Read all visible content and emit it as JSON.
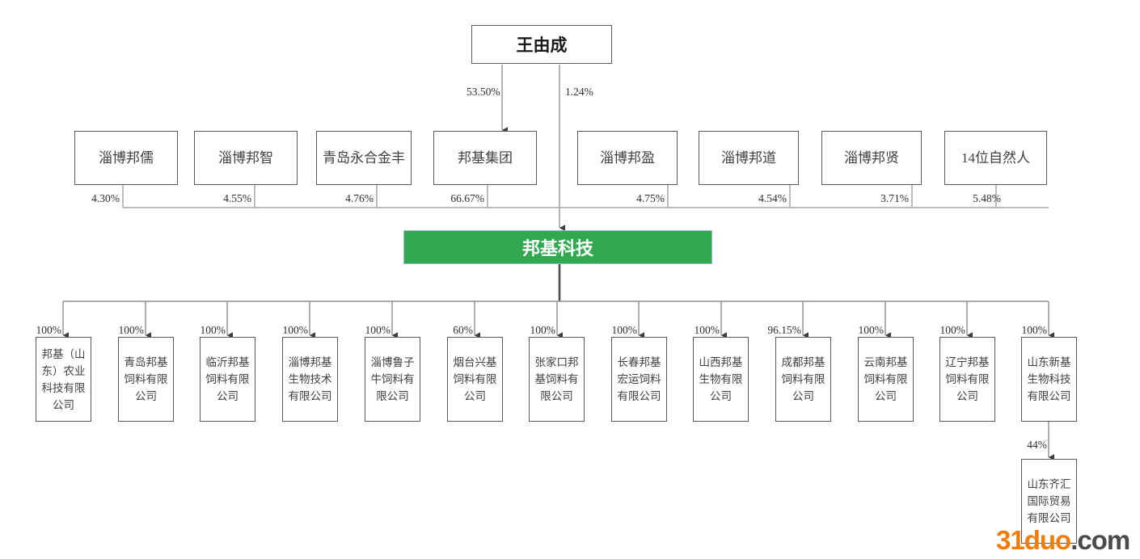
{
  "diagram": {
    "type": "org-ownership-chart",
    "title_node": "王由成",
    "center_node": "邦基科技",
    "accent_color": "#32a852",
    "line_color": "#8c8c8c"
  },
  "root": {
    "label": "王由成"
  },
  "root_edges": [
    {
      "label": "53.50%",
      "target": "邦基集团"
    },
    {
      "label": "1.24%",
      "target": "邦基科技"
    }
  ],
  "shareholders": [
    {
      "label": "淄博邦儒",
      "pct": "4.30%"
    },
    {
      "label": "淄博邦智",
      "pct": "4.55%"
    },
    {
      "label": "青岛永合金丰",
      "pct": "4.76%"
    },
    {
      "label": "邦基集团",
      "pct": "66.67%"
    },
    {
      "label": "淄博邦盈",
      "pct": "4.75%"
    },
    {
      "label": "淄博邦道",
      "pct": "4.54%"
    },
    {
      "label": "淄博邦贤",
      "pct": "3.71%"
    },
    {
      "label": "14位自然人",
      "pct": "5.48%"
    }
  ],
  "center": {
    "label": "邦基科技"
  },
  "subsidiaries": [
    {
      "label": "邦基（山东）农业科技有限公司",
      "pct": "100%"
    },
    {
      "label": "青岛邦基饲料有限公司",
      "pct": "100%"
    },
    {
      "label": "临沂邦基饲料有限公司",
      "pct": "100%"
    },
    {
      "label": "淄博邦基生物技术有限公司",
      "pct": "100%"
    },
    {
      "label": "淄博鲁子牛饲料有限公司",
      "pct": "100%"
    },
    {
      "label": "烟台兴基饲料有限公司",
      "pct": "60%"
    },
    {
      "label": "张家口邦基饲料有限公司",
      "pct": "100%"
    },
    {
      "label": "长春邦基宏运饲料有限公司",
      "pct": "100%"
    },
    {
      "label": "山西邦基生物有限公司",
      "pct": "100%"
    },
    {
      "label": "成都邦基饲料有限公司",
      "pct": "96.15%"
    },
    {
      "label": "云南邦基饲料有限公司",
      "pct": "100%"
    },
    {
      "label": "辽宁邦基饲料有限公司",
      "pct": "100%"
    },
    {
      "label": "山东新基生物科技有限公司",
      "pct": "100%"
    }
  ],
  "grandchild": {
    "label": "山东齐汇国际贸易有限公司",
    "pct": "44%",
    "parent": "山东新基生物科技有限公司"
  },
  "watermark": {
    "brand": "31duo",
    "tld": ".com"
  }
}
